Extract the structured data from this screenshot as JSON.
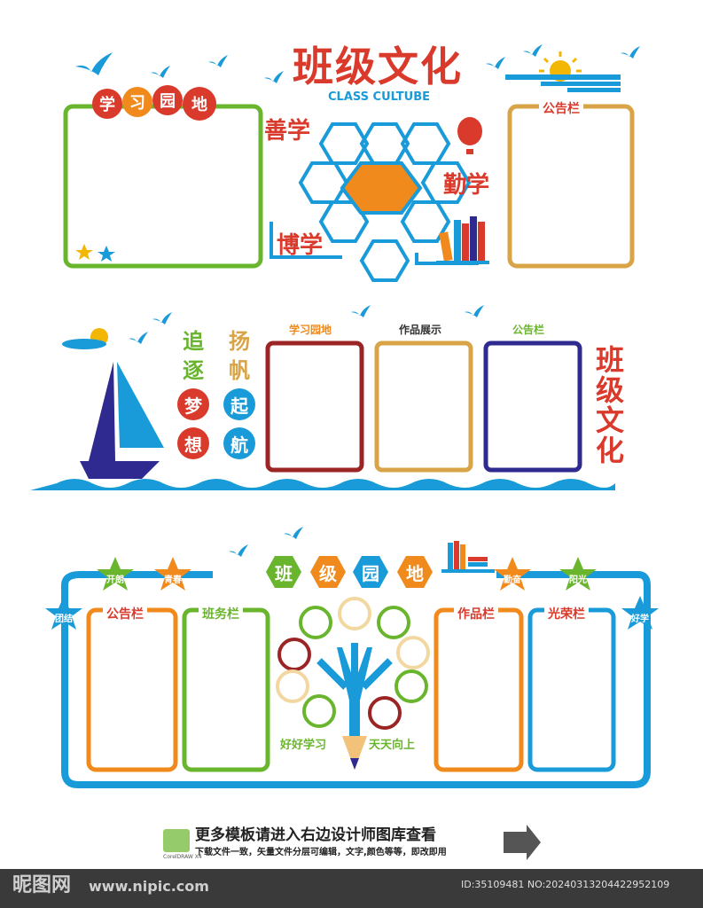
{
  "colors": {
    "blue": "#1a9bd9",
    "green": "#6ab52e",
    "red": "#d93a2b",
    "orange": "#f08a1c",
    "yellow": "#f2b705",
    "tan": "#d8a447",
    "navy": "#2e2a8f",
    "darkred": "#9b2424"
  },
  "panel1": {
    "title": "班级文化",
    "subtitle": "CLASS CULTUBE",
    "left_board_title": [
      "学",
      "习",
      "园",
      "地"
    ],
    "right_board_title": "公告栏",
    "word1": "善学",
    "word2": "勤学",
    "word3": "博学"
  },
  "panel2": {
    "slogan_left": [
      "追",
      "逐",
      "梦",
      "想"
    ],
    "slogan_right": [
      "扬",
      "帆",
      "起",
      "航"
    ],
    "board1": "学习园地",
    "board2": "作品展示",
    "board3": "公告栏",
    "side_title": [
      "班",
      "级",
      "文",
      "化"
    ]
  },
  "panel3": {
    "title": [
      "班",
      "级",
      "园",
      "地"
    ],
    "stars": [
      "团结",
      "开朗",
      "青春",
      "勤奋",
      "阳光",
      "好学"
    ],
    "boards": [
      "公告栏",
      "班务栏",
      "作品栏",
      "光荣栏"
    ],
    "tree_left": "好好学习",
    "tree_right": "天天向上"
  },
  "promo": {
    "headline": "更多模板请进入右边设计师图库查看",
    "subline": "下载文件一致，矢量文件分层可编辑，文字,颜色等等，即改即用",
    "software": "CorelDRAW X4"
  },
  "footer": {
    "logo": "昵图网",
    "url": "www.nipic.com",
    "id": "ID:35109481 NO:20240313204422952109"
  }
}
